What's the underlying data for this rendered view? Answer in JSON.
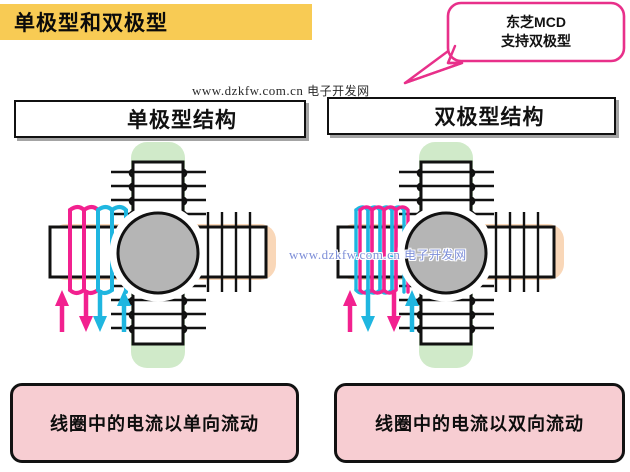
{
  "title": {
    "text": "单极型和双极型",
    "bg_color": "#f8cb54"
  },
  "callout": {
    "line1": "东芝MCD",
    "line2": "支持双极型",
    "border_color": "#e8308a"
  },
  "sections": [
    {
      "id": "unipolar",
      "header": "单极型结构",
      "caption": "线圈中的电流以单向流动"
    },
    {
      "id": "bipolar",
      "header": "双极型结构",
      "caption": "线圈中的电流以双向流动"
    }
  ],
  "watermarks": {
    "top_url": "www.dzkfw.com.cn",
    "top_cn": "电子开发网",
    "mid_url": "www.dzkfw.com.cn",
    "mid_cn": "电子开发网"
  },
  "diagram": {
    "rotor_fill": "#b5b5b5",
    "horizontal_band_color": "#f8d3b0",
    "vertical_band_color": "#c8e6c0",
    "coil_wire_a_color": "#f2218f",
    "coil_wire_b_color": "#1fb6e0",
    "coil_wire_plain_color": "#111111",
    "core_fill": "#ffffff"
  },
  "caption_box": {
    "fill": "#f7cdd2",
    "border": "#121212"
  }
}
